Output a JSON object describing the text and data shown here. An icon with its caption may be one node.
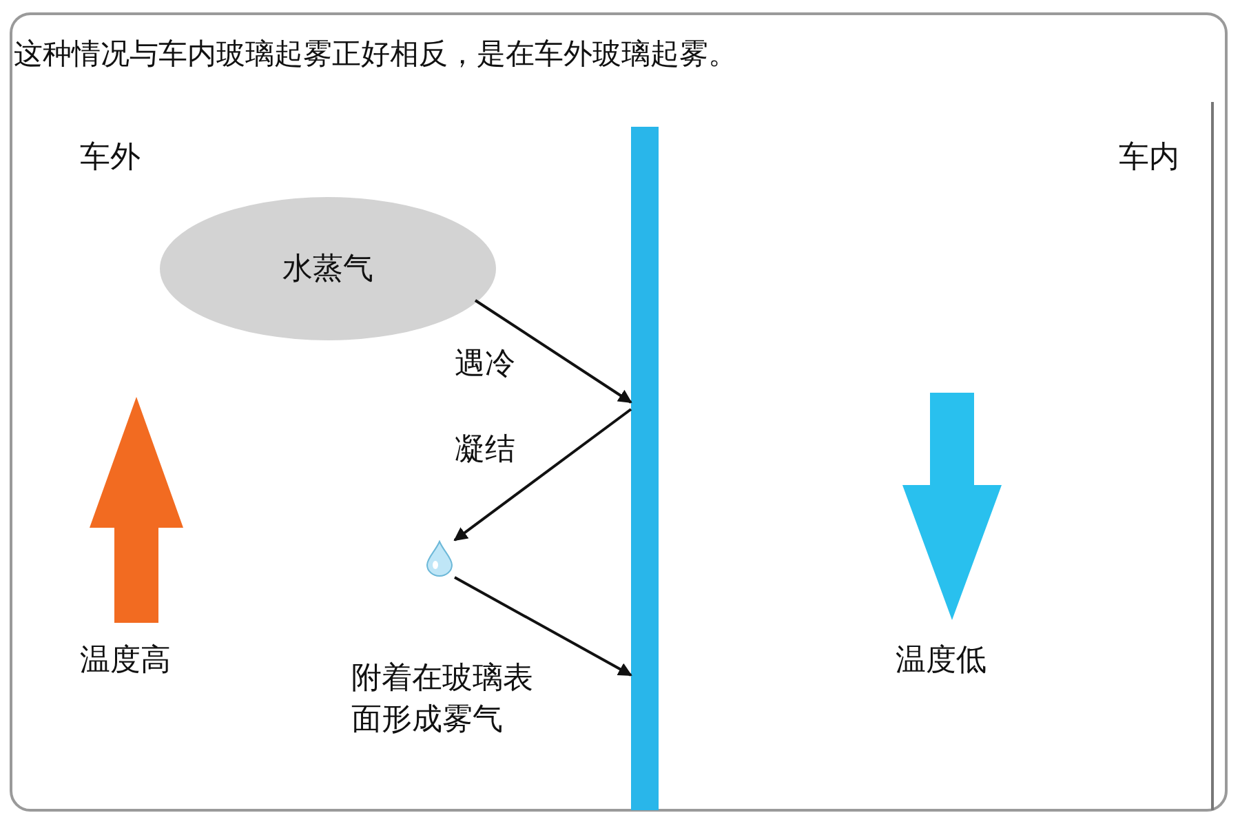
{
  "diagram": {
    "title": "这种情况与车内玻璃起雾正好相反，是在车外玻璃起雾。",
    "nodes": [
      {
        "text": [
          "水蒸气"
        ]
      },
      {
        "text": [],
        "shape": "bar"
      },
      {
        "text": [],
        "shape": "drop"
      }
    ],
    "edges": [
      {
        "from": 0,
        "to": 1,
        "arrow": "to",
        "label": "遇冷"
      },
      {
        "from": 1,
        "to": 2,
        "arrow": "to",
        "label": "凝结"
      },
      {
        "from": 2,
        "to": 1,
        "arrow": "to",
        "label": "附着在玻璃表面形成雾气"
      }
    ],
    "labels": [
      "车外",
      "车内",
      "温度高",
      "温度低"
    ]
  }
}
